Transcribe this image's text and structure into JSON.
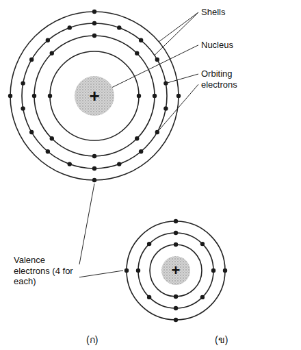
{
  "diagram": {
    "nodes": [
      {
        "text": [
          "+"
        ]
      },
      {
        "text": [
          "+"
        ]
      }
    ],
    "labels": [
      "Shells",
      "Nucleus",
      "Orbiting electrons",
      "Valence electrons (4 for each)",
      "(ก)",
      "(ข)"
    ]
  }
}
